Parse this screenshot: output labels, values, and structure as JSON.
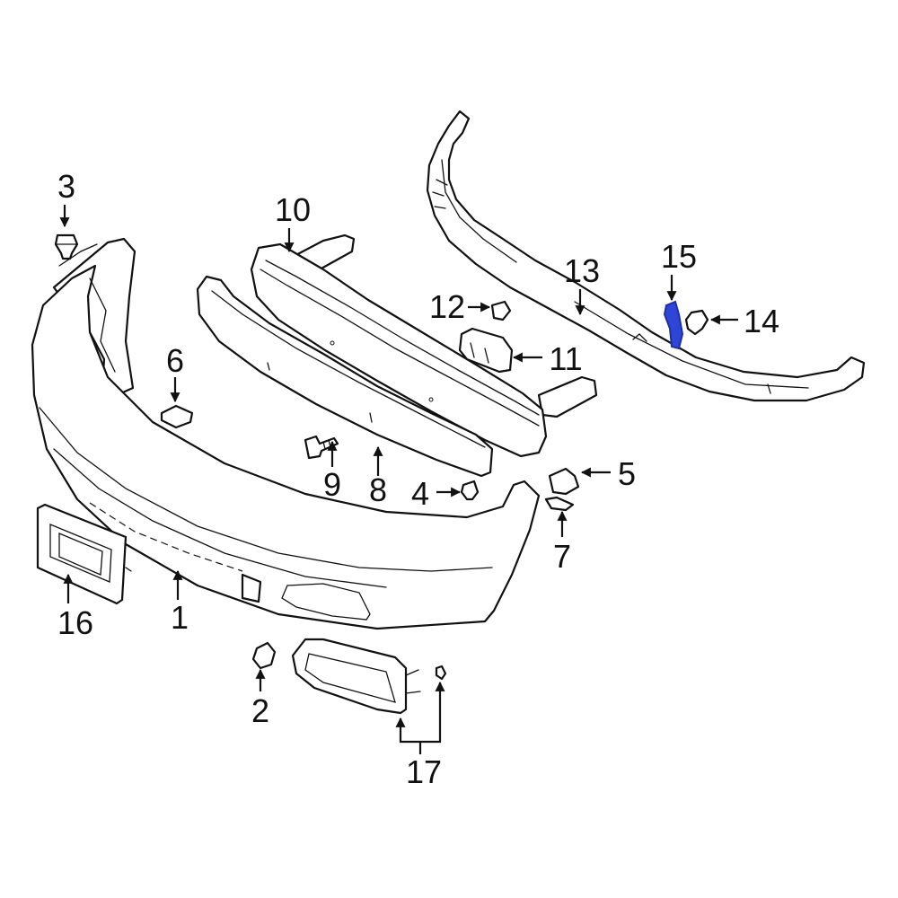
{
  "diagram": {
    "highlight_color": "#2f45d6",
    "line_color": "#111111",
    "background": "#ffffff",
    "callouts": [
      {
        "id": "1",
        "label": "1"
      },
      {
        "id": "2",
        "label": "2"
      },
      {
        "id": "3",
        "label": "3"
      },
      {
        "id": "4",
        "label": "4"
      },
      {
        "id": "5",
        "label": "5"
      },
      {
        "id": "6",
        "label": "6"
      },
      {
        "id": "7",
        "label": "7"
      },
      {
        "id": "8",
        "label": "8"
      },
      {
        "id": "9",
        "label": "9"
      },
      {
        "id": "10",
        "label": "10"
      },
      {
        "id": "11",
        "label": "11"
      },
      {
        "id": "12",
        "label": "12"
      },
      {
        "id": "13",
        "label": "13"
      },
      {
        "id": "14",
        "label": "14"
      },
      {
        "id": "15",
        "label": "15"
      },
      {
        "id": "16",
        "label": "16"
      },
      {
        "id": "17",
        "label": "17"
      }
    ]
  }
}
